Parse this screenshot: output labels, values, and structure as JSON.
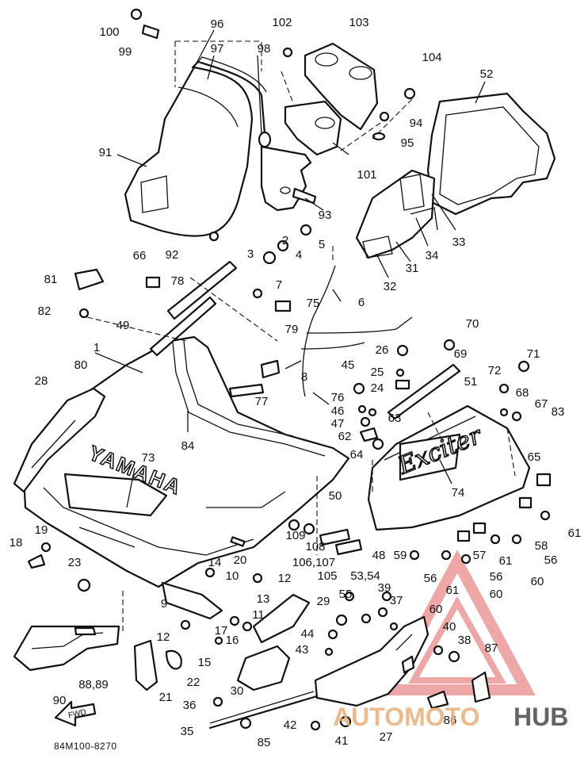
{
  "diagram_code": "84M100-8270",
  "brand_text": "YAMAHA",
  "model_script": "Exciter",
  "fwd_text": "FWD",
  "watermark": {
    "brand": "AUTOMOTOHUB",
    "part1": "AUTOMOTO",
    "part2": "HUB"
  },
  "callouts": {
    "c1": "1",
    "c2": "2",
    "c3": "3",
    "c4": "4",
    "c5": "5",
    "c6": "6",
    "c7": "7",
    "c8": "8",
    "c9": "9",
    "c10": "10",
    "c11": "11",
    "c12a": "12",
    "c12b": "12",
    "c13": "13",
    "c14": "14",
    "c15": "15",
    "c16": "16",
    "c17": "17",
    "c18": "18",
    "c19": "19",
    "c20": "20",
    "c21": "21",
    "c22": "22",
    "c23": "23",
    "c24": "24",
    "c25": "25",
    "c26": "26",
    "c27": "27",
    "c28": "28",
    "c29": "29",
    "c30": "30",
    "c31": "31",
    "c32": "32",
    "c33": "33",
    "c34": "34",
    "c35": "35",
    "c36": "36",
    "c37": "37",
    "c38": "38",
    "c39": "39",
    "c40": "40",
    "c41": "41",
    "c42": "42",
    "c43": "43",
    "c44": "44",
    "c45": "45",
    "c46": "46",
    "c47": "47",
    "c48": "48",
    "c49": "49",
    "c50": "50",
    "c51": "51",
    "c52": "52",
    "c53_54": "53,54",
    "c55": "55",
    "c56a": "56",
    "c56b": "56",
    "c56c": "56",
    "c57": "57",
    "c58": "58",
    "c59": "59",
    "c60a": "60",
    "c60b": "60",
    "c60c": "60",
    "c61a": "61",
    "c61b": "61",
    "c61c": "61",
    "c62": "62",
    "c63": "63",
    "c64": "64",
    "c65": "65",
    "c66": "66",
    "c67": "67",
    "c68": "68",
    "c69": "69",
    "c70": "70",
    "c71": "71",
    "c72": "72",
    "c73": "73",
    "c74": "74",
    "c75": "75",
    "c76": "76",
    "c77": "77",
    "c78": "78",
    "c79": "79",
    "c80": "80",
    "c81": "81",
    "c82": "82",
    "c83": "83",
    "c84": "84",
    "c85": "85",
    "c86": "86",
    "c87": "87",
    "c88_89": "88,89",
    "c90": "90",
    "c91": "91",
    "c92": "92",
    "c93": "93",
    "c94": "94",
    "c95": "95",
    "c96": "96",
    "c97": "97",
    "c98": "98",
    "c99": "99",
    "c100": "100",
    "c101": "101",
    "c102": "102",
    "c103": "103",
    "c104": "104",
    "c105": "105",
    "c106_107": "106,107",
    "c108": "108",
    "c109": "109"
  }
}
